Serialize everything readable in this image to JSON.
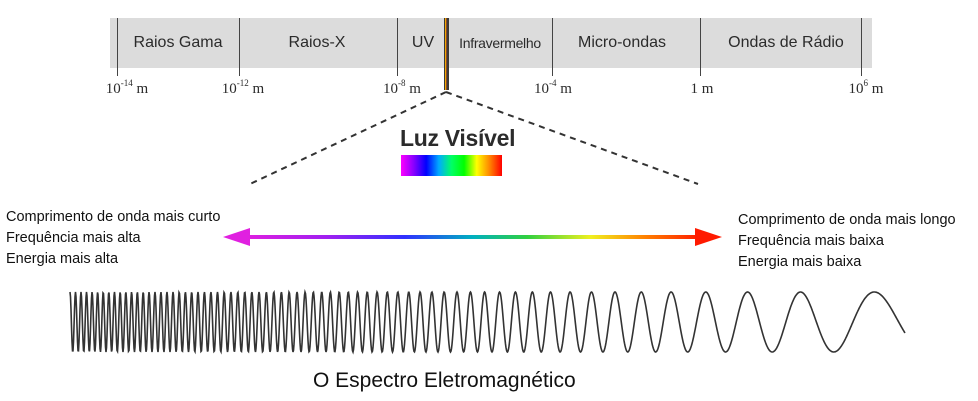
{
  "spectrum_bands": [
    {
      "label": "Raios Gama"
    },
    {
      "label": "Raios-X"
    },
    {
      "label": "UV"
    },
    {
      "label": "Infravermelho"
    },
    {
      "label": "Micro-ondas"
    },
    {
      "label": "Ondas de Rádio"
    }
  ],
  "scale_ticks": [
    {
      "base": "10",
      "exp": "-14",
      "unit": "m"
    },
    {
      "base": "10",
      "exp": "-12",
      "unit": "m"
    },
    {
      "base": "10",
      "exp": "-8",
      "unit": "m"
    },
    {
      "base": "10",
      "exp": "-4",
      "unit": "m"
    },
    {
      "base": "1",
      "exp": "",
      "unit": "m"
    },
    {
      "base": "10",
      "exp": "6",
      "unit": "m"
    }
  ],
  "visible_light": {
    "title": "Luz Visível"
  },
  "left_description": {
    "line1": "Comprimento de onda mais curto",
    "line2": "Frequência mais alta",
    "line3": "Energia mais alta"
  },
  "right_description": {
    "line1": "Comprimento de onda mais longo",
    "line2": "Frequência mais baixa",
    "line3": "Energia mais baixa"
  },
  "colors": {
    "band_background": "#dcdcdc",
    "arrow_start": "#e020e0",
    "arrow_end": "#ff1a00",
    "wave": "#333333"
  },
  "caption": "O Espectro Eletromagnético"
}
